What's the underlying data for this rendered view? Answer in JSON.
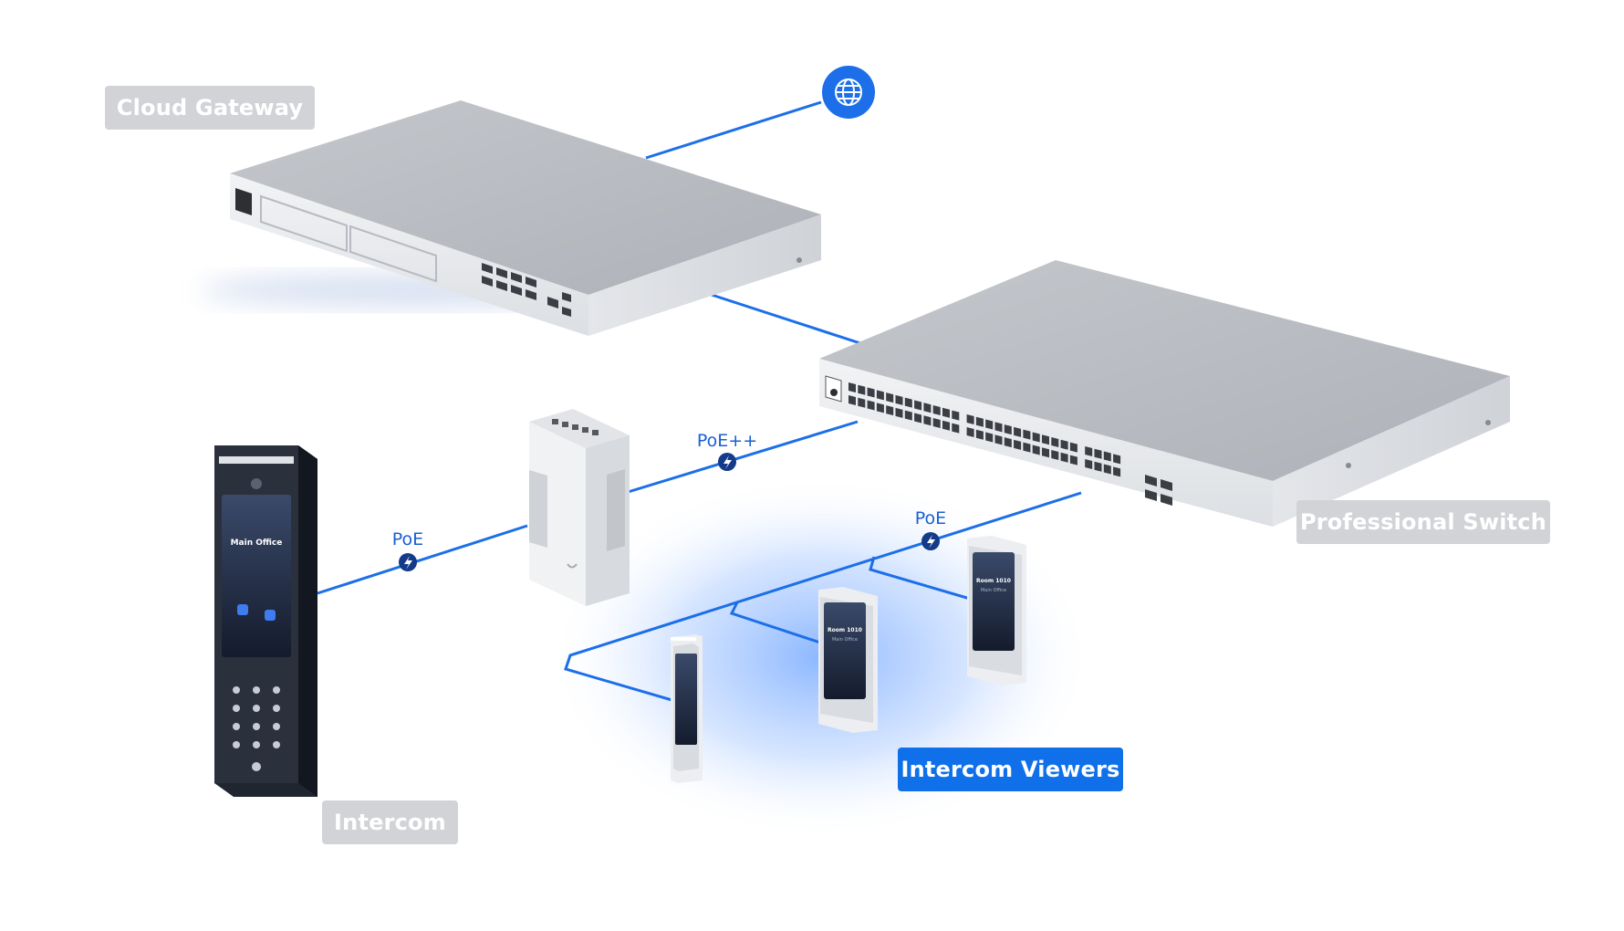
{
  "labels": {
    "cloud_gateway": "Cloud Gateway",
    "professional_switch": "Professional Switch",
    "intercom": "Intercom",
    "intercom_viewers": "Intercom Viewers"
  },
  "connections": {
    "poe_plus_plus": "PoE++",
    "poe_intercom": "PoE",
    "poe_viewers": "PoE"
  },
  "intercom_screen": {
    "title": "Main Office"
  },
  "viewer_screen": {
    "room": "Room 1010",
    "subtitle": "Main Office"
  },
  "icons": {
    "internet": "globe-icon",
    "power": "lightning-bolt-icon"
  },
  "colors": {
    "link": "#1c6fe8",
    "accent": "#0f70ea",
    "label_inactive": "#d1d3d7",
    "device_body": "#c9ccd1",
    "device_top": "#b9bcc2"
  }
}
